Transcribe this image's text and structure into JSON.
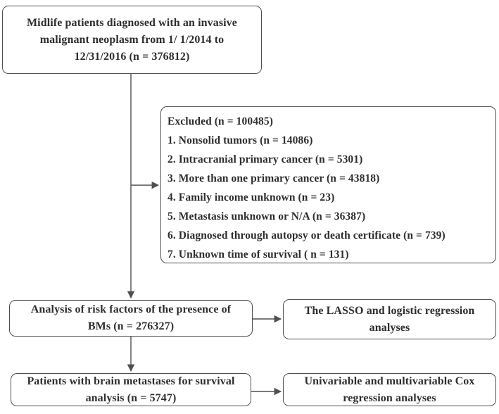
{
  "colors": {
    "border": "#4f4f4f",
    "arrow": "#4f4f4f",
    "text": "#2e2e2e",
    "background": "#ffffff"
  },
  "boxes": {
    "initial": {
      "lines": [
        "Midlife patients diagnosed with an invasive",
        "malignant neoplasm from 1/ 1/2014 to",
        "12/31/2016 (n = 376812)"
      ]
    },
    "excluded": {
      "lines": [
        "Excluded (n = 100485)",
        "1. Nonsolid tumors (n = 14086)",
        "2. Intracranial primary cancer (n = 5301)",
        "3. More than one primary cancer (n = 43818)",
        "4. Family income unknown (n = 23)",
        "5. Metastasis unknown or N/A (n = 36387)",
        "6. Diagnosed through autopsy or death certificate (n = 739)",
        "7. Unknown time of survival ( n = 131)"
      ]
    },
    "analysis": {
      "lines": [
        "Analysis of risk factors of the presence of",
        "BMs (n = 276327)"
      ]
    },
    "lasso": {
      "lines": [
        "The LASSO and logistic regression",
        "analyses"
      ]
    },
    "survival": {
      "lines": [
        "Patients with brain metastases for survival",
        "analysis (n = 5747)"
      ]
    },
    "cox": {
      "lines": [
        "Univariable and multivariable Cox",
        "regression analyses"
      ]
    }
  }
}
